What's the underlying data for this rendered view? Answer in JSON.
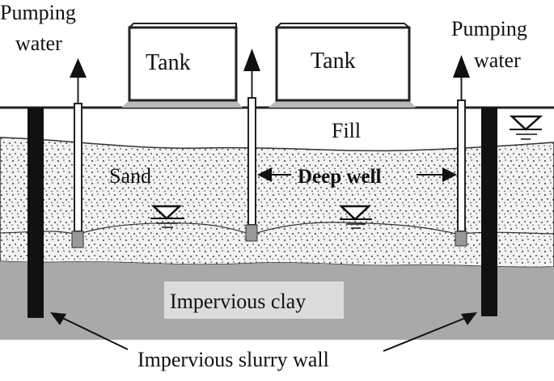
{
  "labels": {
    "pumping_water_left_1": "Pumping",
    "pumping_water_left_2": "water",
    "pumping_water_right_1": "Pumping",
    "pumping_water_right_2": "water",
    "tank_left": "Tank",
    "tank_right": "Tank",
    "fill": "Fill",
    "sand": "Sand",
    "deep_well": "Deep well",
    "impervious_clay": "Impervious clay",
    "impervious_slurry_wall": "Impervious slurry wall"
  },
  "colors": {
    "clay": "#a9a9a9",
    "sand_background": "#f3f3f3",
    "sand_dots": "#555555",
    "slurry_wall": "#111111",
    "clay_label_box": "#dcdcdc",
    "tank_base": "#b9b9b9"
  }
}
